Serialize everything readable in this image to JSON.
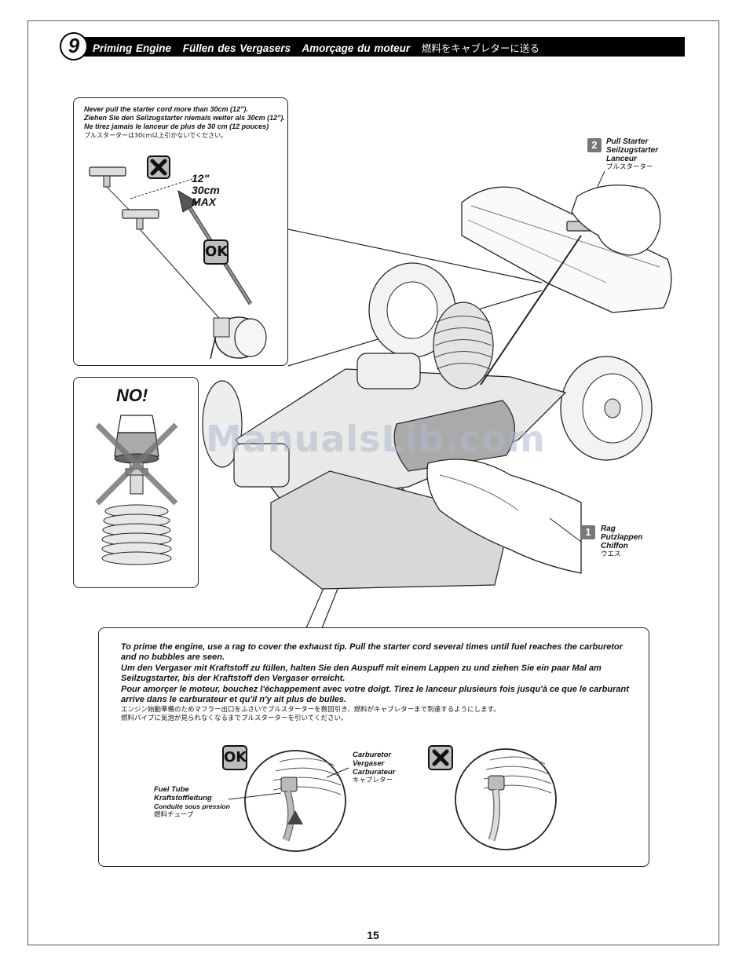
{
  "step": {
    "number": "9",
    "title_en": "Priming Engine",
    "title_de": "Füllen des Vergasers",
    "title_fr": "Amorçage du moteur",
    "title_jp": "燃料をキャブレターに送る"
  },
  "warning": {
    "line_en": "Never pull the starter cord more than 30cm (12\").",
    "line_de": "Ziehen Sie den Seilzugstarter niemals weiter als 30cm (12\").",
    "line_fr": "Ne tirez jamais le lanceur de plus de 30 cm (12 pouces)",
    "line_jp": "プルスターターは30cm以上引かないでください。",
    "max_inch": "12\"",
    "max_cm": "30cm",
    "max_label": "MAX",
    "ok_label": "OK"
  },
  "no_box": {
    "label": "NO!"
  },
  "callouts": {
    "pull": {
      "num": "2",
      "en": "Pull Starter",
      "de": "Seilzugstarter",
      "fr": "Lanceur",
      "jp": "プルスターター"
    },
    "rag": {
      "num": "1",
      "en": "Rag",
      "de": "Putzlappen",
      "fr": "Chiffon",
      "jp": "ウエス"
    }
  },
  "instructions": {
    "en": "To prime the engine, use a rag to cover the exhaust tip. Pull the starter cord several times until fuel reaches the carburetor and no bubbles are seen.",
    "de": "Um den Vergaser mit Kraftstoff zu füllen, halten Sie den Auspuff mit einem Lappen zu und ziehen Sie ein paar Mal am Seilzugstarter, bis der Kraftstoff den Vergaser erreicht.",
    "fr": "Pour amorçer le moteur, bouchez l'échappement avec votre doigt. Tirez le lanceur plusieurs fois jusqu'à ce que le carburant arrive dans le carburateur et qu'il n'y ait plus de bulles.",
    "jp1": "エンジン始動準備のためマフラー出口をふさいでプルスターターを数回引き、燃料がキャブレターまで到達するようにします。",
    "jp2": "燃料パイプに気泡が見られなくなるまでプルスターターを引いてください。"
  },
  "detail": {
    "ok_label": "OK",
    "carb": {
      "en": "Carburetor",
      "de": "Vergaser",
      "fr": "Carburateur",
      "jp": "キャブレター"
    },
    "tube": {
      "en": "Fuel Tube",
      "de": "Kraftstoffleitung",
      "fr": "Conduite sous pression",
      "jp": "燃料チューブ"
    }
  },
  "watermark": "ManualsLib.com",
  "page_number": "15"
}
